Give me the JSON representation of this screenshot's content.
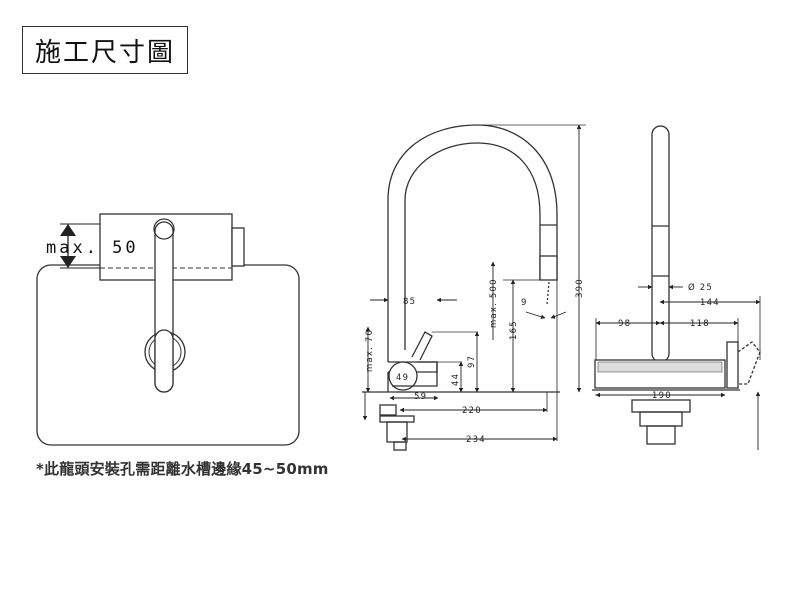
{
  "title": "施工尺寸圖",
  "note": "*此龍頭安裝孔需距離水槽邊緣45~50mm",
  "plan_view": {
    "max_label": "max. 50"
  },
  "front_view": {
    "dims": {
      "d85": "85",
      "d500": "max. 500",
      "d165": "165",
      "d390": "390",
      "d70": "max. 70",
      "d49": "49",
      "d59": "59",
      "d44": "44",
      "d97": "97",
      "d220": "220",
      "d234": "234",
      "d9": "9"
    }
  },
  "side_view": {
    "dims": {
      "d25": "Ø 25",
      "d144": "144",
      "d98": "98",
      "d118": "118",
      "d190": "190"
    }
  }
}
